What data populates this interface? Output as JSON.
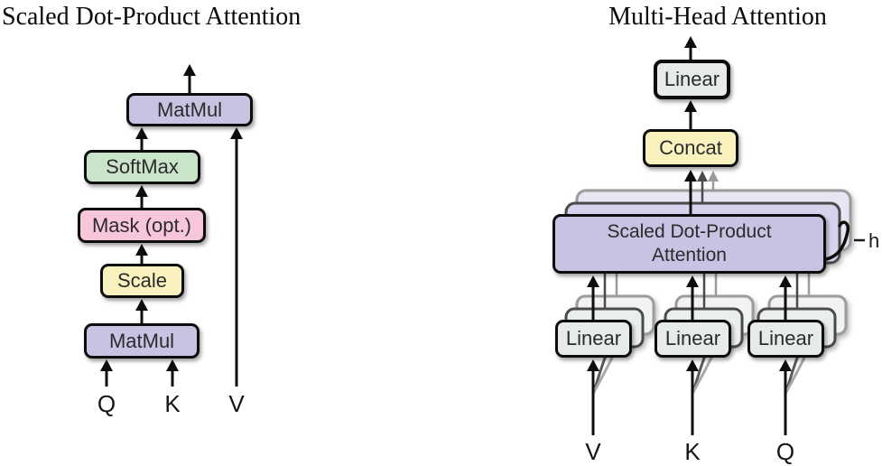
{
  "left": {
    "title": "Scaled Dot-Product Attention",
    "nodes": {
      "matmul_top": "MatMul",
      "softmax": "SoftMax",
      "mask": "Mask (opt.)",
      "scale": "Scale",
      "matmul_bottom": "MatMul"
    },
    "inputs": {
      "q": "Q",
      "k": "K",
      "v": "V"
    }
  },
  "right": {
    "title": "Multi-Head Attention",
    "nodes": {
      "linear_top": "Linear",
      "concat": "Concat",
      "sdpa_line1": "Scaled Dot-Product",
      "sdpa_line2": "Attention",
      "linear_v": "Linear",
      "linear_k": "Linear",
      "linear_q": "Linear"
    },
    "inputs": {
      "v": "V",
      "k": "K",
      "q": "Q"
    },
    "heads_label": "h"
  },
  "colors": {
    "box_purple": "#c9c2e2",
    "box_green": "#c9e4c9",
    "box_pink": "#f7c6db",
    "box_yellow": "#f9f2bf",
    "box_linear_gray": "#e6ebe7",
    "stroke_black": "#0d0d0d",
    "stroke_gray_dark": "#4a4a4a",
    "stroke_gray_light": "#9b9b9b"
  }
}
